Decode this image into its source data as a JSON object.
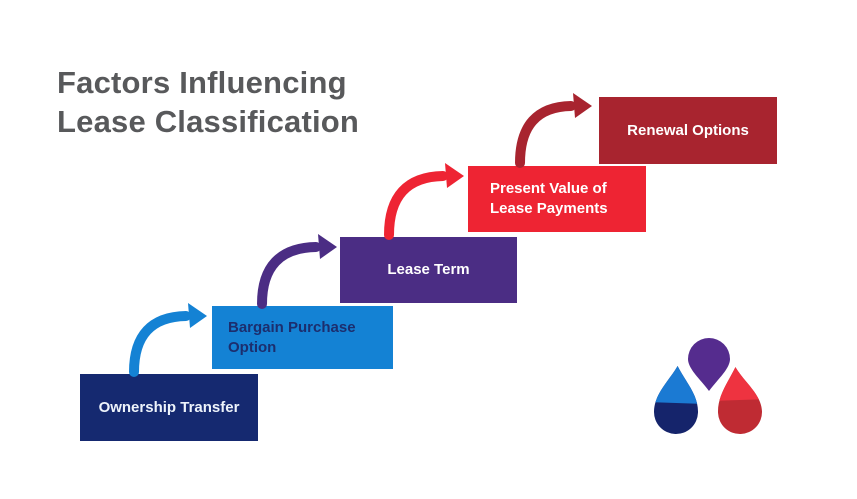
{
  "title": {
    "line1": "Factors Influencing",
    "line2": "Lease Classification",
    "color": "#58595b"
  },
  "steps": [
    {
      "label": "Ownership Transfer",
      "color": "#152970",
      "text_color": "#edf3fb"
    },
    {
      "label": "Bargain Purchase Option",
      "color": "#1482d4",
      "text_color": "#1c2e6e"
    },
    {
      "label": "Lease Term",
      "color": "#4b2d84",
      "text_color": "#ffffff"
    },
    {
      "label": "Present Value of Lease Payments",
      "color": "#ee2433",
      "text_color": "#ffffff"
    },
    {
      "label": "Renewal Options",
      "color": "#a8242f",
      "text_color": "#ffffff"
    }
  ],
  "arrows": [
    {
      "name": "arrow-to-bargain-purchase-option",
      "color": "#1482d4"
    },
    {
      "name": "arrow-to-lease-term",
      "color": "#4b2d84"
    },
    {
      "name": "arrow-to-present-value",
      "color": "#ee2433"
    },
    {
      "name": "arrow-to-renewal-options",
      "color": "#a8242f"
    }
  ],
  "logo": {
    "purple": "#552c8e",
    "blue_light": "#1b7ad3",
    "blue_dark": "#15246b",
    "red_light": "#ee3340",
    "red_dark": "#bf2b33"
  },
  "background": "#ffffff"
}
